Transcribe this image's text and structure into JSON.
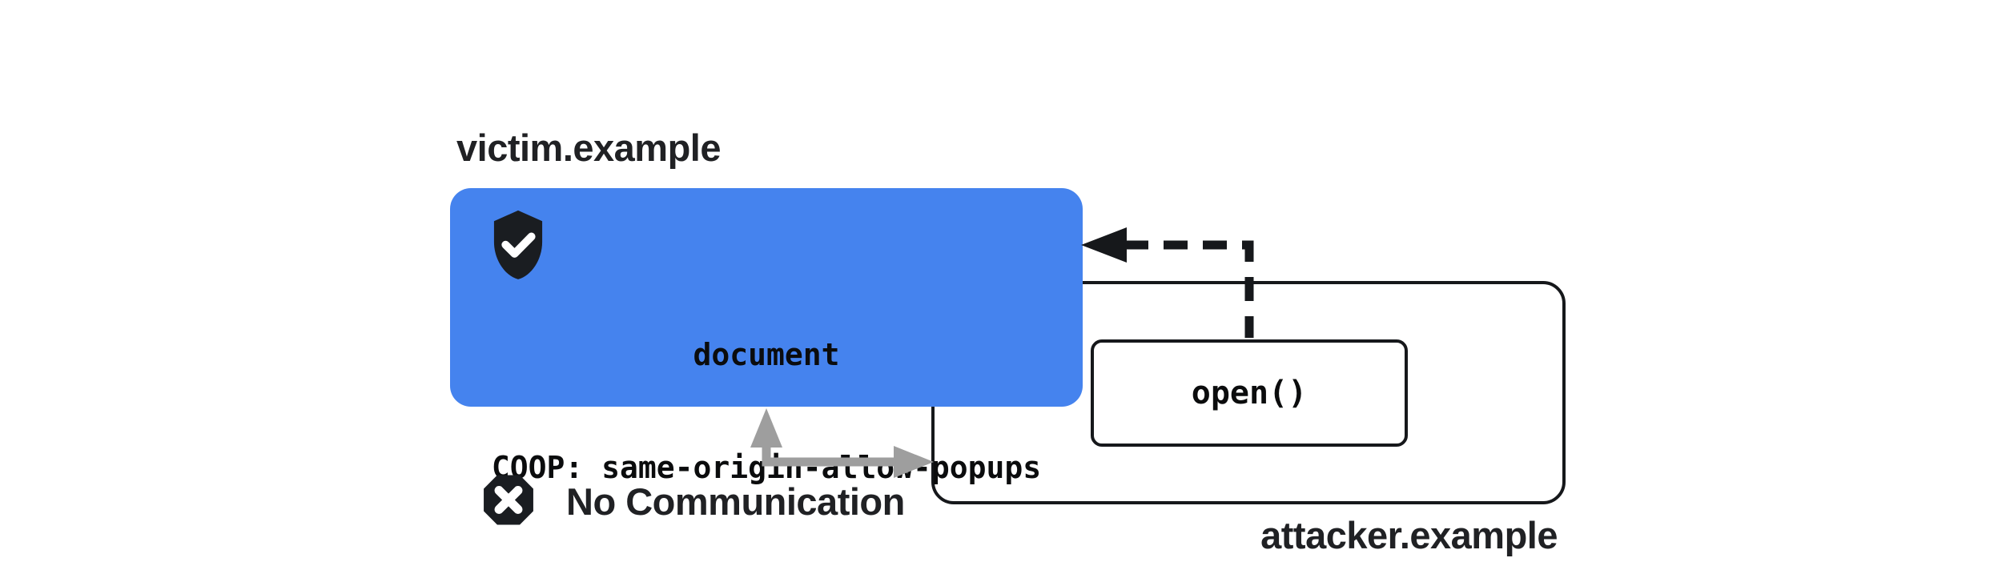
{
  "victim": {
    "domain_label": "victim.example",
    "doc_line1": "document",
    "doc_line2": "COOP: same-origin-allow-popups",
    "icon": "shield-check-icon"
  },
  "attacker": {
    "domain_label": "attacker.example",
    "open_label": "open()"
  },
  "status": {
    "no_communication_label": "No Communication",
    "icon": "x-octagon-icon"
  },
  "colors": {
    "victim_box_blue": "#4583EE",
    "outline_dark": "#16181B",
    "icon_dark": "#1A1D21",
    "arrow_gray": "#9E9E9E",
    "label_dark": "#202124"
  }
}
